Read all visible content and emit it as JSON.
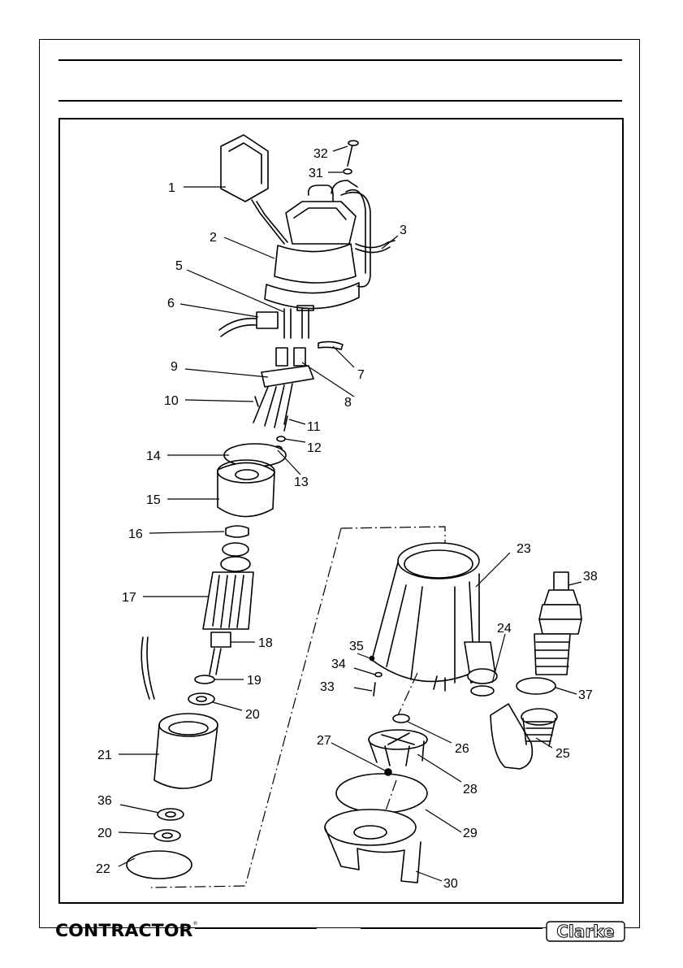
{
  "labels": [
    "1",
    "2",
    "3",
    "5",
    "6",
    "7",
    "8",
    "9",
    "10",
    "11",
    "12",
    "13",
    "14",
    "15",
    "16",
    "17",
    "18",
    "19",
    "20",
    "21",
    "36",
    "20",
    "22",
    "23",
    "38",
    "24",
    "35",
    "34",
    "33",
    "37",
    "26",
    "27",
    "28",
    "25",
    "29",
    "30",
    "32",
    "31"
  ],
  "footer": {
    "brand_left": "CONTRACTOR",
    "brand_right": "Clarke"
  }
}
